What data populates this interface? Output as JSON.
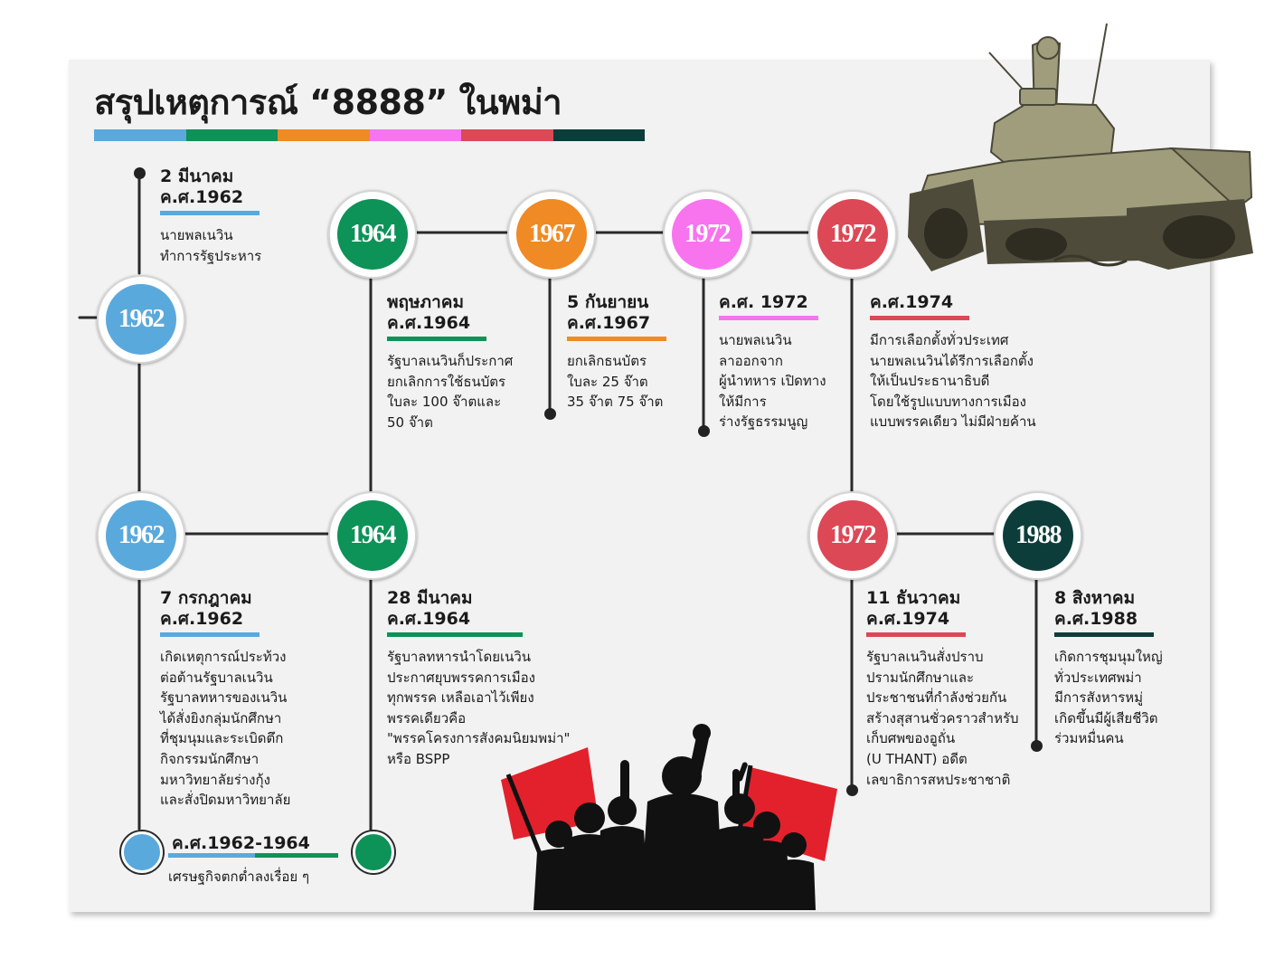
{
  "title": "สรุปเหตุการณ์ “8888” ในพม่า",
  "colors": {
    "blue": "#5aa9dd",
    "green": "#0d9257",
    "orange": "#f08a24",
    "pink": "#f774ee",
    "red": "#dc4856",
    "dark": "#0c3d3a",
    "line": "#2a2a2a",
    "panel": "#f2f2f2"
  },
  "title_bar": [
    "blue",
    "green",
    "orange",
    "pink",
    "red",
    "dark"
  ],
  "events": [
    {
      "id": "e1962a",
      "year": "1962",
      "color": "blue",
      "heading": [
        "2 มีนาคม",
        "ค.ศ.1962"
      ],
      "body": [
        "นายพลเนวิน",
        "ทำการรัฐประหาร"
      ]
    },
    {
      "id": "e1962b",
      "year": "1962",
      "color": "blue",
      "heading": [
        "7 กรกฎาคม",
        "ค.ศ.1962"
      ],
      "body": [
        "เกิดเหตุการณ์ประท้วง",
        "ต่อต้านรัฐบาลเนวิน",
        "รัฐบาลทหารของเนวิน",
        "ได้สั่งยิงกลุ่มนักศึกษา",
        "ที่ชุมนุมและระเบิดตึก",
        "กิจกรรมนักศึกษา",
        "มหาวิทยาลัยร่างกุ้ง",
        "และสั่งปิดมหาวิทยาลัย"
      ]
    },
    {
      "id": "e1964a",
      "year": "1964",
      "color": "green",
      "heading": [
        "28 มีนาคม",
        "ค.ศ.1964"
      ],
      "body": [
        "รัฐบาลทหารนำโดยเนวิน",
        "ประกาศยุบพรรคการเมือง",
        "ทุกพรรค เหลือเอาไว้เพียง",
        "พรรคเดียวคือ",
        "\"พรรคโครงการสังคมนิยมพม่า\"",
        "หรือ BSPP"
      ]
    },
    {
      "id": "e1964b",
      "year": "1964",
      "color": "green",
      "heading": [
        "พฤษภาคม",
        "ค.ศ.1964"
      ],
      "body": [
        "รัฐบาลเนวินก็ประกาศ",
        "ยกเลิกการใช้ธนบัตร",
        "ใบละ 100 จ๊าตและ",
        "50 จ๊าต"
      ]
    },
    {
      "id": "e1967",
      "year": "1967",
      "color": "orange",
      "heading": [
        "5 กันยายน",
        "ค.ศ.1967"
      ],
      "body": [
        "ยกเลิกธนบัตร",
        "ใบละ 25 จ๊าต",
        "35 จ๊าต 75 จ๊าต"
      ]
    },
    {
      "id": "e1972a",
      "year": "1972",
      "color": "pink",
      "heading": [
        "ค.ศ. 1972"
      ],
      "body": [
        "นายพลเนวิน",
        "ลาออกจาก",
        "ผู้นำทหาร เปิดทาง",
        "ให้มีการ",
        "ร่างรัฐธรรมนูญ"
      ]
    },
    {
      "id": "e1972b",
      "year": "1972",
      "color": "red",
      "heading": [
        "ค.ศ.1974"
      ],
      "body": [
        "มีการเลือกตั้งทั่วประเทศ",
        "นายพลเนวินได้รีการเลือกตั้ง",
        "ให้เป็นประธานาธิบดี",
        "โดยใช้รูปแบบทางการเมือง",
        "แบบพรรคเดียว ไม่มีฝ่ายค้าน"
      ]
    },
    {
      "id": "e1972c",
      "year": "1972",
      "color": "red",
      "heading": [
        "11 ธันวาคม",
        "ค.ศ.1974"
      ],
      "body": [
        "รัฐบาลเนวินสั่งปราบ",
        "ปรามนักศึกษาและ",
        "ประชาชนที่กำลังช่วยกัน",
        "สร้างสุสานชั่วคราวสำหรับ",
        "เก็บศพของอูถั่น",
        "(U THANT) อดีต",
        "เลขาธิการสหประชาชาติ"
      ]
    },
    {
      "id": "e1988",
      "year": "1988",
      "color": "dark",
      "heading": [
        "8 สิงหาคม",
        "ค.ศ.1988"
      ],
      "body": [
        "เกิดการชุมนุมใหญ่",
        "ทั่วประเทศพม่า",
        "มีการสังหารหมู่",
        "เกิดขึ้นมีผู้เสียชีวิต",
        "ร่วมหมื่นคน"
      ]
    }
  ],
  "summary": {
    "heading": "ค.ศ.1962-1964",
    "body": "เศรษฐกิจตกต่ำลงเรื่อย ๆ"
  },
  "illustrations": {
    "tank": "tank-icon",
    "protesters": "protesters-with-flags-icon"
  }
}
